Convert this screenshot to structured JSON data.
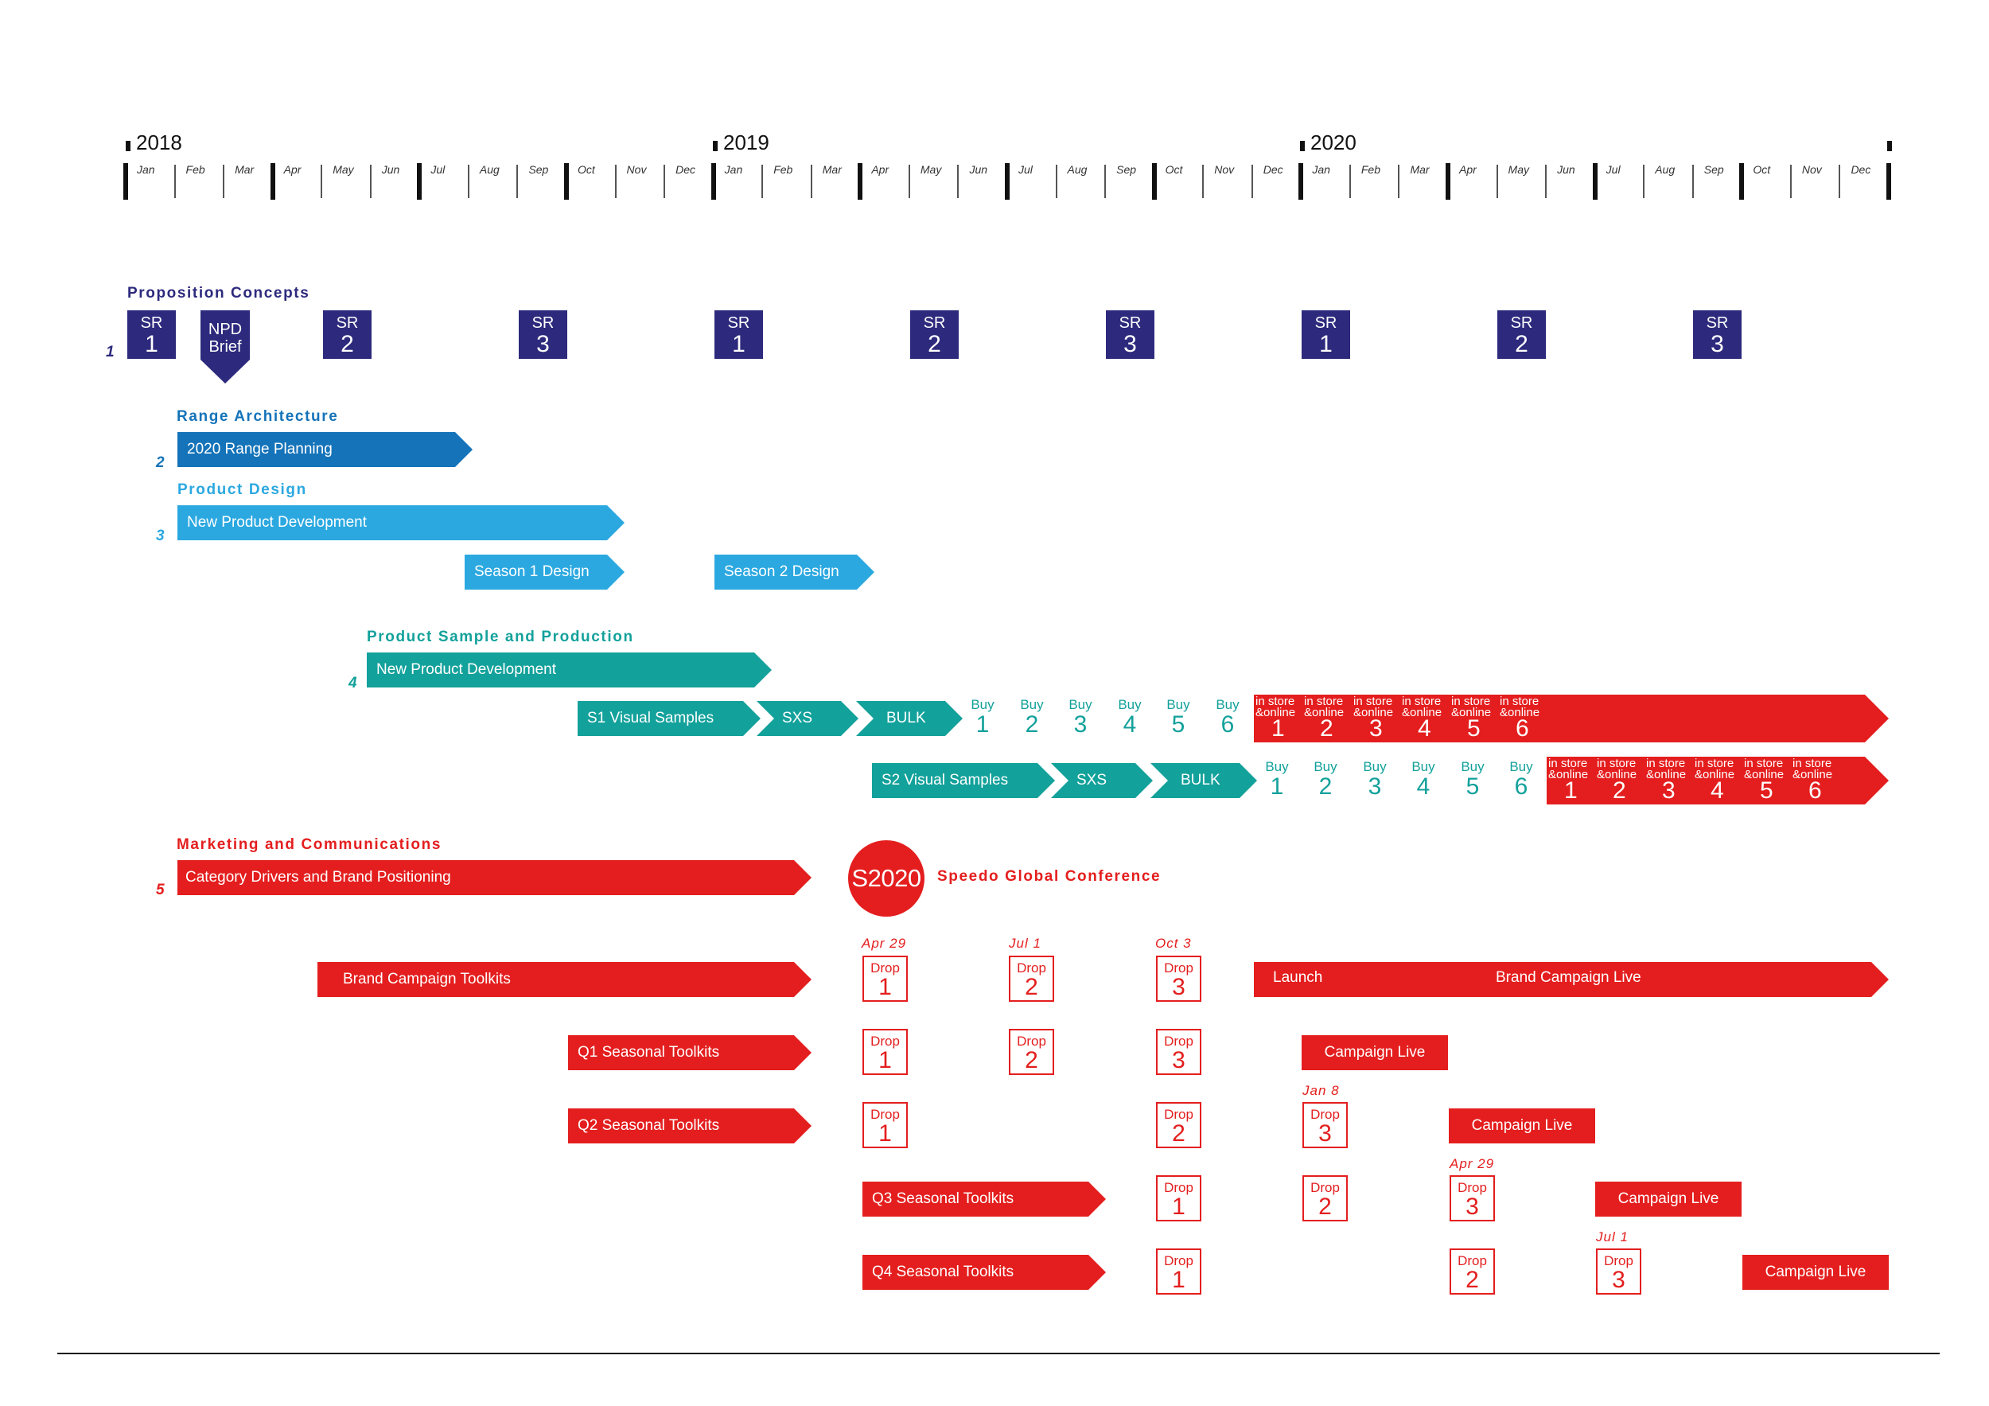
{
  "timeline": {
    "years": [
      "2018",
      "2019",
      "2020"
    ],
    "months": [
      "Jan",
      "Feb",
      "Mar",
      "Apr",
      "May",
      "Jun",
      "Jul",
      "Aug",
      "Sep",
      "Oct",
      "Nov",
      "Dec"
    ]
  },
  "sections": {
    "proposition": {
      "num": "1",
      "title": "Proposition Concepts"
    },
    "range": {
      "num": "2",
      "title": "Range Architecture"
    },
    "design": {
      "num": "3",
      "title": "Product Design"
    },
    "sample": {
      "num": "4",
      "title": "Product Sample and Production"
    },
    "marketing": {
      "num": "5",
      "title": "Marketing and Communications"
    }
  },
  "proposition": {
    "sr_label": "SR",
    "sr_numbers": [
      "1",
      "2",
      "3",
      "1",
      "2",
      "3",
      "1",
      "2",
      "3"
    ],
    "npd_line1": "NPD",
    "npd_line2": "Brief"
  },
  "range": {
    "planning": "2020 Range Planning"
  },
  "design": {
    "npd": "New Product Development",
    "season1": "Season 1 Design",
    "season2": "Season 2 Design"
  },
  "sample": {
    "npd": "New Product Development",
    "s1_visual": "S1 Visual Samples",
    "s2_visual": "S2 Visual Samples",
    "sxs": "SXS",
    "bulk": "BULK",
    "buy_label": "Buy",
    "buy_numbers": [
      "1",
      "2",
      "3",
      "4",
      "5",
      "6"
    ],
    "instore_line1": "in store",
    "instore_line2": "&online",
    "instore_numbers": [
      "1",
      "2",
      "3",
      "4",
      "5",
      "6"
    ]
  },
  "marketing": {
    "category": "Category Drivers and Brand Positioning",
    "logo_text": "S2020",
    "conference": "Speedo Global Conference",
    "brand_toolkits": "Brand Campaign Toolkits",
    "q1": "Q1 Seasonal Toolkits",
    "q2": "Q2 Seasonal Toolkits",
    "q3": "Q3 Seasonal Toolkits",
    "q4": "Q4 Seasonal Toolkits",
    "launch": "Launch",
    "brand_live": "Brand Campaign Live",
    "campaign_live": "Campaign Live",
    "drop_label": "Drop",
    "dates": {
      "apr29": "Apr 29",
      "jul1": "Jul 1",
      "oct3": "Oct 3",
      "jan8": "Jan 8"
    }
  },
  "colors": {
    "navy": "#2d2a7d",
    "blue": "#1473b9",
    "cyan": "#2ba8e0",
    "teal": "#13a19b",
    "red": "#e41e1e"
  }
}
